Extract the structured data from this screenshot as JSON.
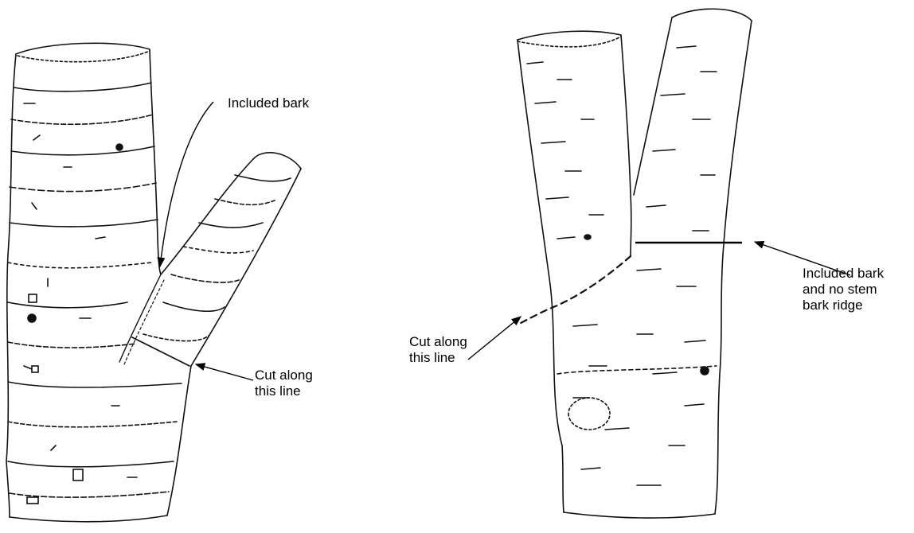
{
  "diagram": {
    "left_tree": {
      "included_bark_label": "Included bark",
      "cut_label_line1": "Cut along",
      "cut_label_line2": "this line"
    },
    "right_tree": {
      "included_bark_line1": "Included bark",
      "included_bark_line2": "and no stem",
      "included_bark_line3": "bark ridge",
      "cut_label_line1": "Cut along",
      "cut_label_line2": "this line"
    }
  }
}
